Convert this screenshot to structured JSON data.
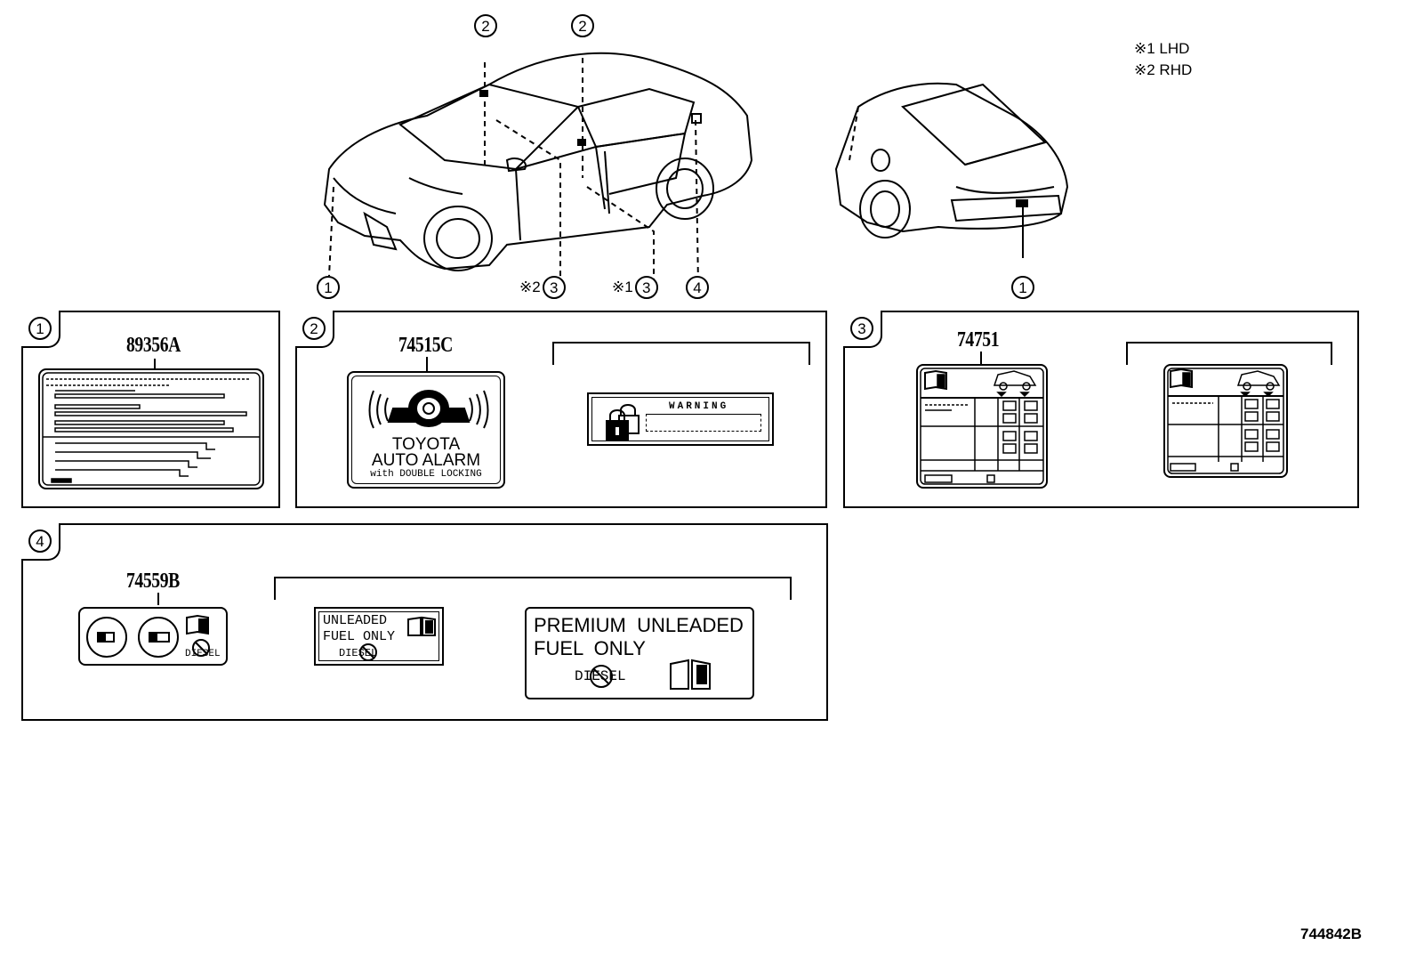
{
  "notes": {
    "lhd": "※1 LHD",
    "rhd": "※2 RHD"
  },
  "diagram_code": "744842B",
  "callouts": {
    "c1_front": "1",
    "c2_a": "2",
    "c2_b": "2",
    "c3_rhd_prefix": "※2",
    "c3_rhd": "3",
    "c3_lhd_prefix": "※1",
    "c3_lhd": "3",
    "c4": "4",
    "c1_rear": "1"
  },
  "panels": {
    "p1": {
      "num": "1",
      "part_no": "89356A"
    },
    "p2": {
      "num": "2",
      "part_no": "74515C",
      "alarm_line1": "TOYOTA",
      "alarm_line2": "AUTO ALARM",
      "alarm_line3": "with DOUBLE LOCKING",
      "warning": "WARNING"
    },
    "p3": {
      "num": "3",
      "part_no": "74751"
    },
    "p4": {
      "num": "4",
      "part_no": "74559B",
      "label_b_line1": "UNLEADED",
      "label_b_line2": "FUEL ONLY",
      "label_b_diesel": "DIESEL",
      "label_c_line1": "PREMIUM  UNLEADED",
      "label_c_line2": "FUEL  ONLY",
      "label_c_diesel": "DIESEL",
      "label_a_diesel": "DIESEL"
    }
  }
}
